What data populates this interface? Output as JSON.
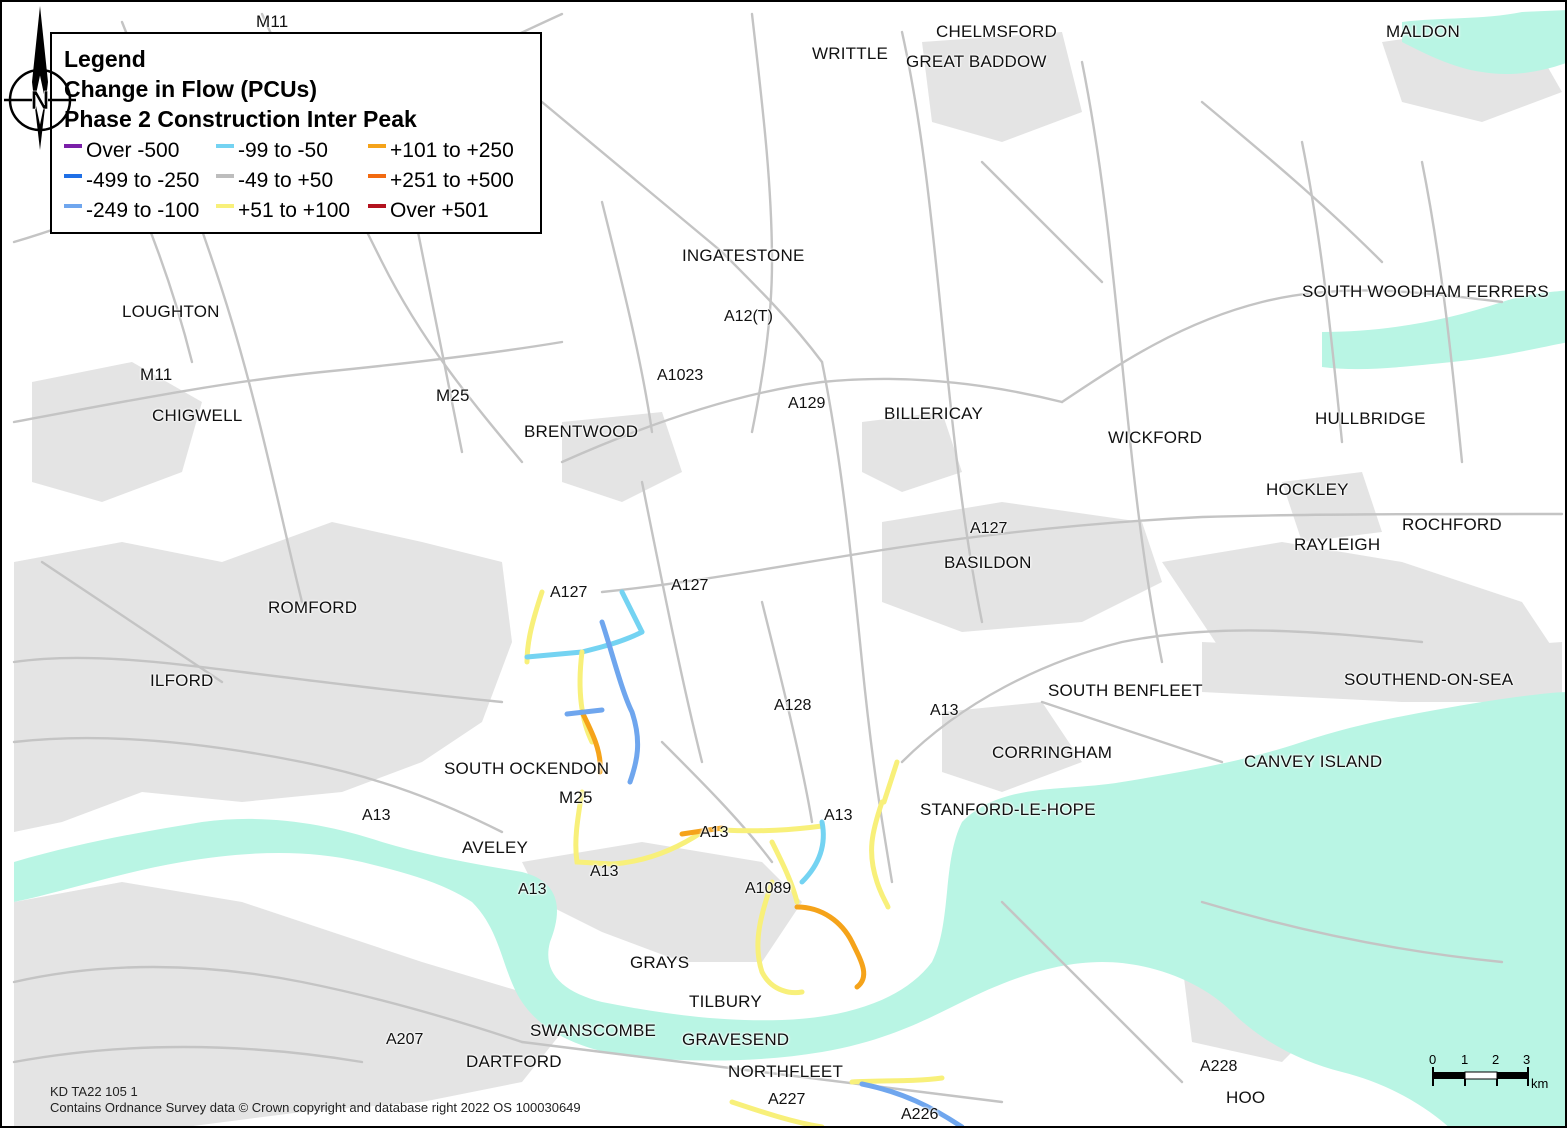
{
  "legend": {
    "heading": "Legend",
    "subtitle1": "Change in Flow (PCUs)",
    "subtitle2": "Phase 2 Construction Inter Peak",
    "items": [
      {
        "label": "Over -500",
        "color": "#7a1fa8"
      },
      {
        "label": "-99 to -50",
        "color": "#74d3f2"
      },
      {
        "label": "+101 to +250",
        "color": "#f5a31a"
      },
      {
        "label": "-499 to -250",
        "color": "#1f6fe6"
      },
      {
        "label": "-49 to +50",
        "color": "#bdbdbd"
      },
      {
        "label": "+251 to +500",
        "color": "#f26a10"
      },
      {
        "label": "-249 to -100",
        "color": "#6fa6ee"
      },
      {
        "label": "+51 to +100",
        "color": "#f8f07a"
      },
      {
        "label": "Over +501",
        "color": "#b3121e"
      }
    ]
  },
  "places": [
    "M11",
    "CHELMSFORD",
    "WRITTLE",
    "GREAT BADDOW",
    "MALDON",
    "INGATESTONE",
    "LOUGHTON",
    "SOUTH WOODHAM FERRERS",
    "M11",
    "CHIGWELL",
    "M25",
    "BRENTWOOD",
    "BILLERICAY",
    "HULLBRIDGE",
    "WICKFORD",
    "HOCKLEY",
    "ROCHFORD",
    "RAYLEIGH",
    "BASILDON",
    "ROMFORD",
    "ILFORD",
    "SOUTH BENFLEET",
    "SOUTHEND-ON-SEA",
    "CORRINGHAM",
    "CANVEY ISLAND",
    "SOUTH OCKENDON",
    "M25",
    "STANFORD-LE-HOPE",
    "AVELEY",
    "GRAYS",
    "TILBURY",
    "SWANSCOMBE",
    "GRAVESEND",
    "DARTFORD",
    "NORTHFLEET",
    "HOO"
  ],
  "roads": [
    "A12(T)",
    "A1023",
    "A129",
    "A127",
    "A127",
    "A127",
    "A128",
    "A13",
    "A13",
    "A13",
    "A13",
    "A13",
    "A13",
    "A1089",
    "A207",
    "A227",
    "A226",
    "A228"
  ],
  "credits": {
    "ref": "KD TA22 105 1",
    "copyright": "Contains Ordnance Survey data © Crown copyright and database right 2022 OS 100030649"
  },
  "scale": {
    "ticks": [
      "0",
      "1",
      "2",
      "3"
    ],
    "unit": "km"
  },
  "north_label": "N",
  "colors": {
    "water": "#b9f5e4",
    "urban": "#e4e4e4",
    "road": "#c4c4c4"
  }
}
